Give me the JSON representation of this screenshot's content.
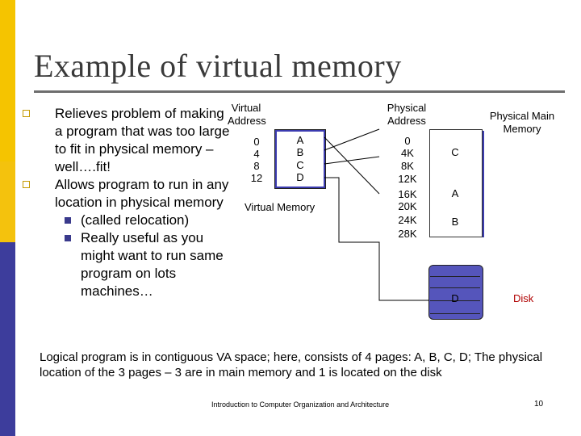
{
  "slide": {
    "title": "Example of virtual memory",
    "bullets": [
      {
        "text": "Relieves problem of making a program that was too large to fit in physical memory – well….fit!"
      },
      {
        "text": "Allows program to run in any location in physical memory"
      }
    ],
    "sub_bullets": [
      {
        "text": "(called relocation)"
      },
      {
        "text": "Really useful as you might want to run same program on lots machines…"
      }
    ],
    "diagram": {
      "virtual_address_label": "Virtual Address",
      "virtual_addresses": [
        "0",
        "4",
        "8",
        "12"
      ],
      "virtual_pages": [
        "A",
        "B",
        "C",
        "D"
      ],
      "virtual_memory_label": "Virtual Memory",
      "physical_address_label": "Physical Address",
      "physical_addresses": [
        "0",
        "4K",
        "8K",
        "12K",
        "16K",
        "20K",
        "24K",
        "28K"
      ],
      "physical_main_memory_label": "Physical Main Memory",
      "physical_pages": [
        "C",
        "A",
        "B"
      ],
      "disk_page": "D",
      "disk_label": "Disk"
    },
    "summary": "Logical program is in contiguous VA space; here, consists of 4 pages: A, B, C, D; The physical location of the 3 pages – 3 are in main memory and 1 is located on the disk",
    "footer": "Introduction to Computer Organization and Architecture",
    "page_number": "10",
    "colors": {
      "accent_yellow": "#f5c400",
      "accent_blue": "#3b3bb0"
    }
  }
}
